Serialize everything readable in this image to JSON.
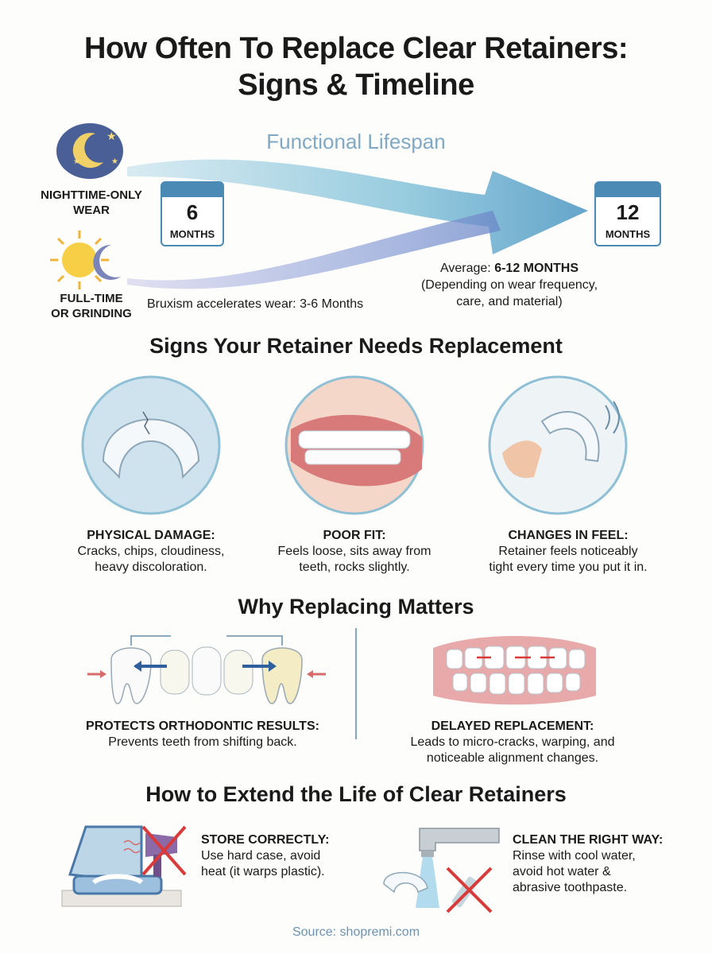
{
  "title_line1": "How Often To Replace Clear Retainers:",
  "title_line2": "Signs & Timeline",
  "timeline": {
    "heading": "Functional Lifespan",
    "night_label_1": "NIGHTTIME-ONLY",
    "night_label_2": "WEAR",
    "full_label_1": "FULL-TIME",
    "full_label_2": "OR GRINDING",
    "cal_left_num": "6",
    "cal_left_unit": "MONTHS",
    "cal_right_num": "12",
    "cal_right_unit": "MONTHS",
    "bruxism": "Bruxism accelerates wear: 3-6 Months",
    "avg_prefix": "Average: ",
    "avg_value": "6-12 MONTHS",
    "avg_note_1": "(Depending on wear frequency,",
    "avg_note_2": "care, and material)"
  },
  "signs": {
    "heading": "Signs Your Retainer Needs Replacement",
    "items": [
      {
        "title": "PHYSICAL DAMAGE:",
        "line1": "Cracks, chips, cloudiness,",
        "line2": "heavy discoloration."
      },
      {
        "title": "POOR FIT:",
        "line1": "Feels loose, sits away from",
        "line2": "teeth, rocks slightly."
      },
      {
        "title": "CHANGES IN FEEL:",
        "line1": "Retainer feels noticeably",
        "line2": "tight every time you put it in."
      }
    ]
  },
  "why": {
    "heading": "Why Replacing Matters",
    "left_title": "PROTECTS ORTHODONTIC RESULTS:",
    "left_text": "Prevents teeth from shifting back.",
    "right_title": "DELAYED REPLACEMENT:",
    "right_text_1": "Leads to micro-cracks, warping, and",
    "right_text_2": "noticeable alignment changes."
  },
  "extend": {
    "heading": "How to Extend the Life of Clear Retainers",
    "store_title": "STORE CORRECTLY:",
    "store_1": "Use hard case, avoid",
    "store_2": "heat (it warps plastic).",
    "clean_title": "CLEAN THE RIGHT WAY:",
    "clean_1": "Rinse with cool water,",
    "clean_2": "avoid hot water &",
    "clean_3": "abrasive toothpaste."
  },
  "source": "Source: shopremi.com",
  "colors": {
    "accent": "#4a8ab5",
    "arrow": "#7fb6cf",
    "cross": "#d93a3a"
  }
}
